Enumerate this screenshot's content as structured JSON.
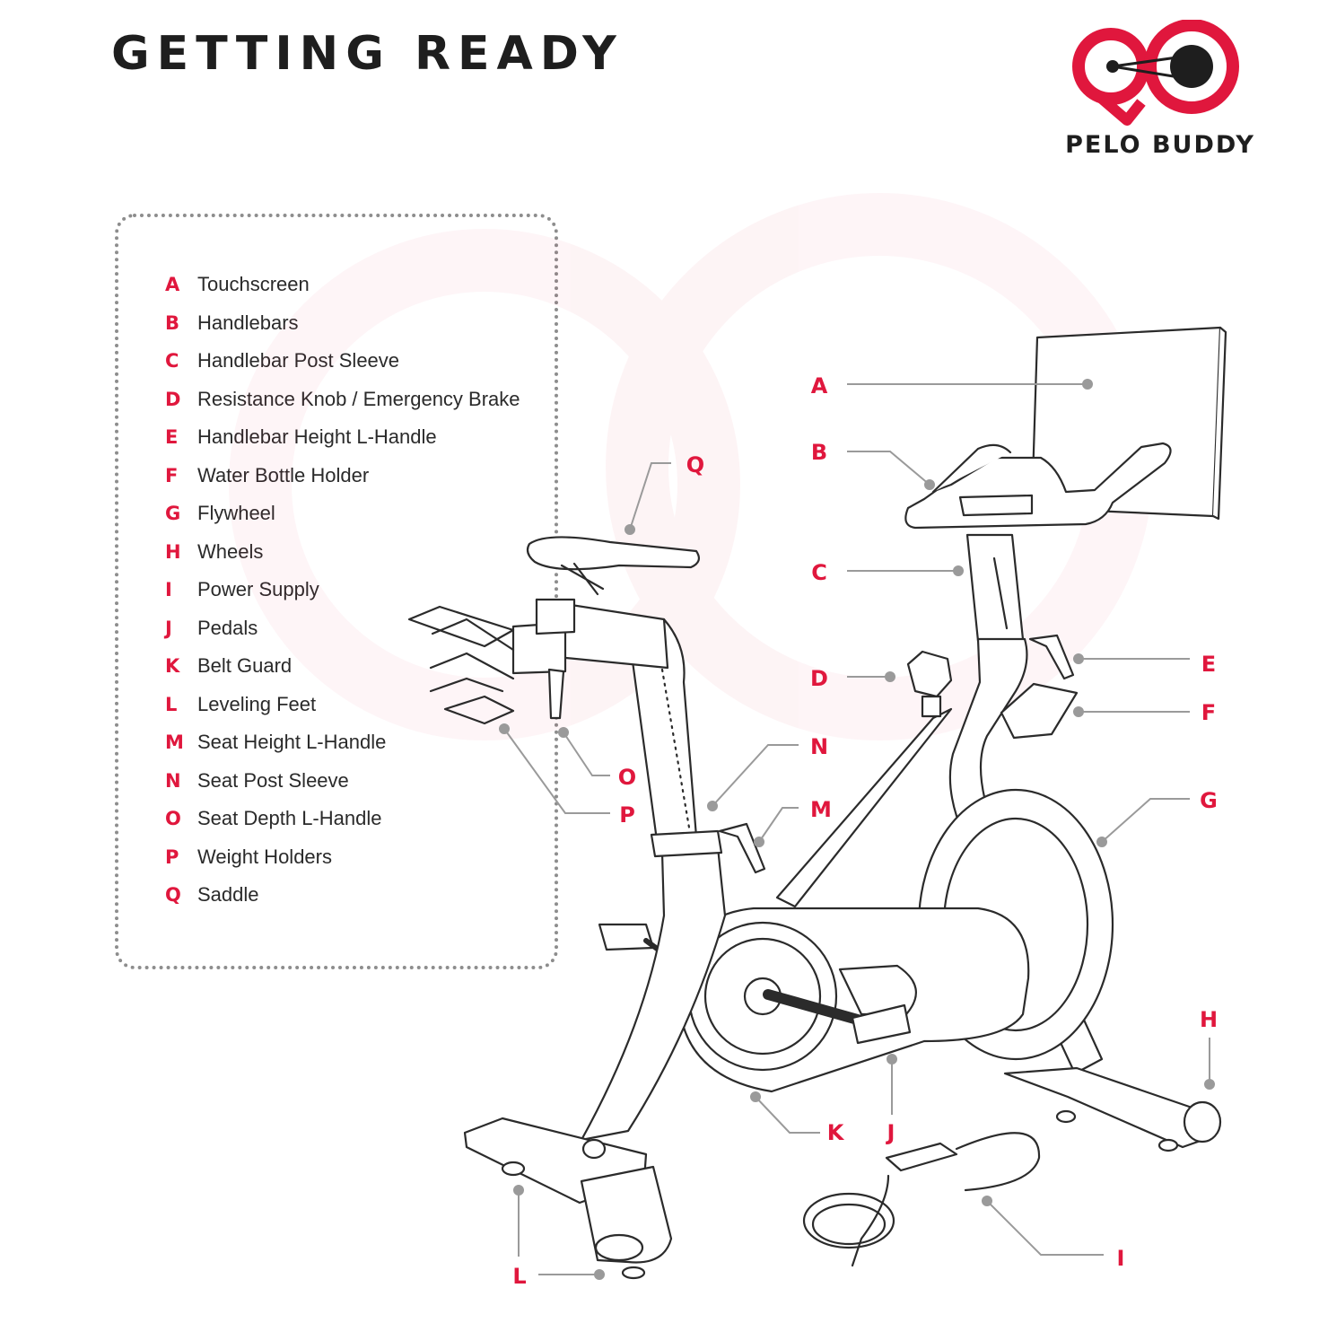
{
  "title": "GETTING READY",
  "brand": {
    "name": "PELO BUDDY",
    "accent_color": "#e0173d",
    "dark_color": "#1e1e1e"
  },
  "legend": [
    {
      "letter": "A",
      "label": "Touchscreen"
    },
    {
      "letter": "B",
      "label": "Handlebars"
    },
    {
      "letter": "C",
      "label": "Handlebar Post Sleeve"
    },
    {
      "letter": "D",
      "label": "Resistance Knob / Emergency Brake"
    },
    {
      "letter": "E",
      "label": "Handlebar Height L-Handle"
    },
    {
      "letter": "F",
      "label": "Water Bottle Holder"
    },
    {
      "letter": "G",
      "label": "Flywheel"
    },
    {
      "letter": "H",
      "label": "Wheels"
    },
    {
      "letter": "I",
      "label": "Power Supply"
    },
    {
      "letter": "J",
      "label": "Pedals"
    },
    {
      "letter": "K",
      "label": "Belt Guard"
    },
    {
      "letter": "L",
      "label": "Leveling Feet"
    },
    {
      "letter": "M",
      "label": "Seat Height L-Handle"
    },
    {
      "letter": "N",
      "label": "Seat Post Sleeve"
    },
    {
      "letter": "O",
      "label": "Seat Depth L-Handle"
    },
    {
      "letter": "P",
      "label": "Weight Holders"
    },
    {
      "letter": "Q",
      "label": "Saddle"
    }
  ],
  "callouts": {
    "A": "A",
    "B": "B",
    "C": "C",
    "D": "D",
    "E": "E",
    "F": "F",
    "G": "G",
    "H": "H",
    "I": "I",
    "J": "J",
    "K": "K",
    "L": "L",
    "M": "M",
    "N": "N",
    "O": "O",
    "P": "P",
    "Q": "Q"
  }
}
